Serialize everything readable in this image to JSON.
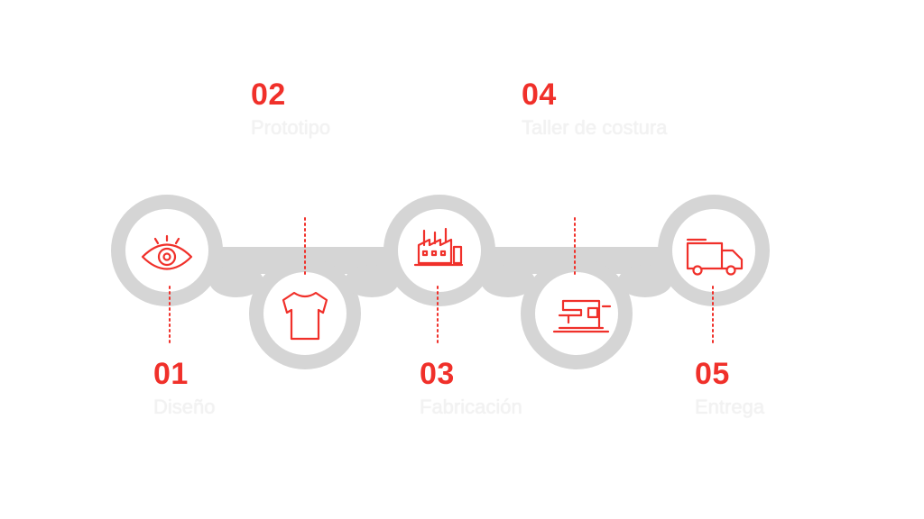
{
  "colors": {
    "accent": "#f0302a",
    "track": "#d5d5d5",
    "ring_inner": "#ffffff"
  },
  "steps": [
    {
      "number": "01",
      "title": "Diseño",
      "date": "",
      "description": "",
      "icon": "eye-icon"
    },
    {
      "number": "02",
      "title": "Prototipo",
      "date": "",
      "description": "",
      "icon": "tshirt-icon"
    },
    {
      "number": "03",
      "title": "Fabricación",
      "date": "",
      "description": "",
      "icon": "factory-icon"
    },
    {
      "number": "04",
      "title": "Taller de costura",
      "date": "",
      "description": "",
      "icon": "sewing-machine-icon"
    },
    {
      "number": "05",
      "title": "Entrega",
      "date": "",
      "description": "",
      "icon": "delivery-truck-icon"
    }
  ]
}
